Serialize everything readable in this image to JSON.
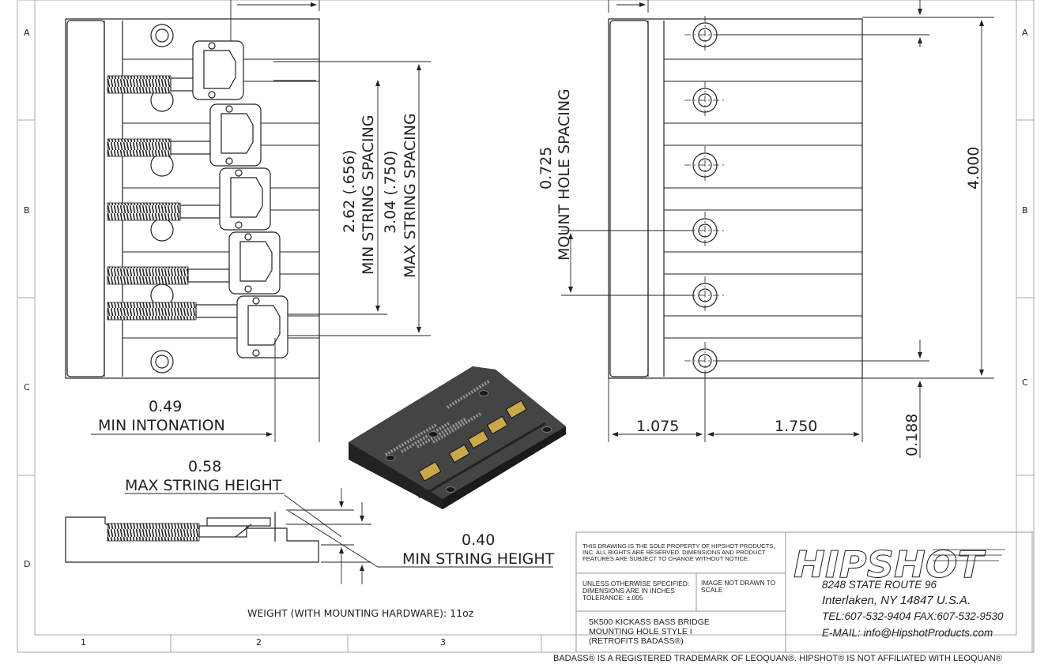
{
  "grid": {
    "rows": [
      "A",
      "B",
      "C",
      "D"
    ],
    "columns": [
      "1",
      "2",
      "3"
    ]
  },
  "dims": {
    "min_intonation_value": "0.49",
    "min_intonation_label": "MIN INTONATION",
    "max_string_height_value": "0.58",
    "max_string_height_label": "MAX STRING HEIGHT",
    "min_string_height_value": "0.40",
    "min_string_height_label": "MIN STRING HEIGHT",
    "min_string_spacing_value": "2.62 (.656)",
    "min_string_spacing_label": "MIN STRING SPACING",
    "max_string_spacing_value": "3.04 (.750)",
    "max_string_spacing_label": "MAX STRING SPACING",
    "mount_hole_spacing_value": "0.725",
    "mount_hole_spacing_label": "MOUNT HOLE SPACING",
    "overall_height": "4.000",
    "left_offset": "1.075",
    "right_offset": "1.750",
    "bottom_offset": "0.188"
  },
  "weight": "WEIGHT (WITH MOUNTING HARDWARE): 11oz",
  "title_block": {
    "property_notice": "THIS DRAWING IS THE SOLE PROPERTY OF HIPSHOT PRODUCTS, INC. ALL RIGHTS ARE RESERVED. DIMENSIONS AND PRODUCT FEATURES ARE SUBJECT TO CHANGE WITHOUT NOTICE.",
    "units_note": "UNLESS OTHERWISE SPECIFIED: DIMENSIONS ARE IN INCHES TOLERANCE: ±.005",
    "scale_note": "IMAGE NOT DRAWN TO SCALE",
    "part_line1": "5K500 KICKASS BASS BRIDGE",
    "part_line2": "MOUNTING HOLE STYLE I",
    "part_line3": "(RETROFITS BADASS®)",
    "brand": "HIPSHOT",
    "address1": "8248 STATE ROUTE 96",
    "address2": "Interlaken, NY 14847 U.S.A.",
    "phone": "TEL:607-532-9404 FAX:607-532-9530",
    "email": "E-MAIL: info@HipshotProducts.com"
  },
  "footer": "BADASS® IS A REGISTERED TRADEMARK OF LEOQUAN®. HIPSHOT® IS NOT AFFILIATED WITH LEOQUAN®",
  "colors": {
    "line": "#222222",
    "part_fill": "#f4f4f4",
    "render_body": "#3a3a3a",
    "brass": "#c8a84a"
  }
}
